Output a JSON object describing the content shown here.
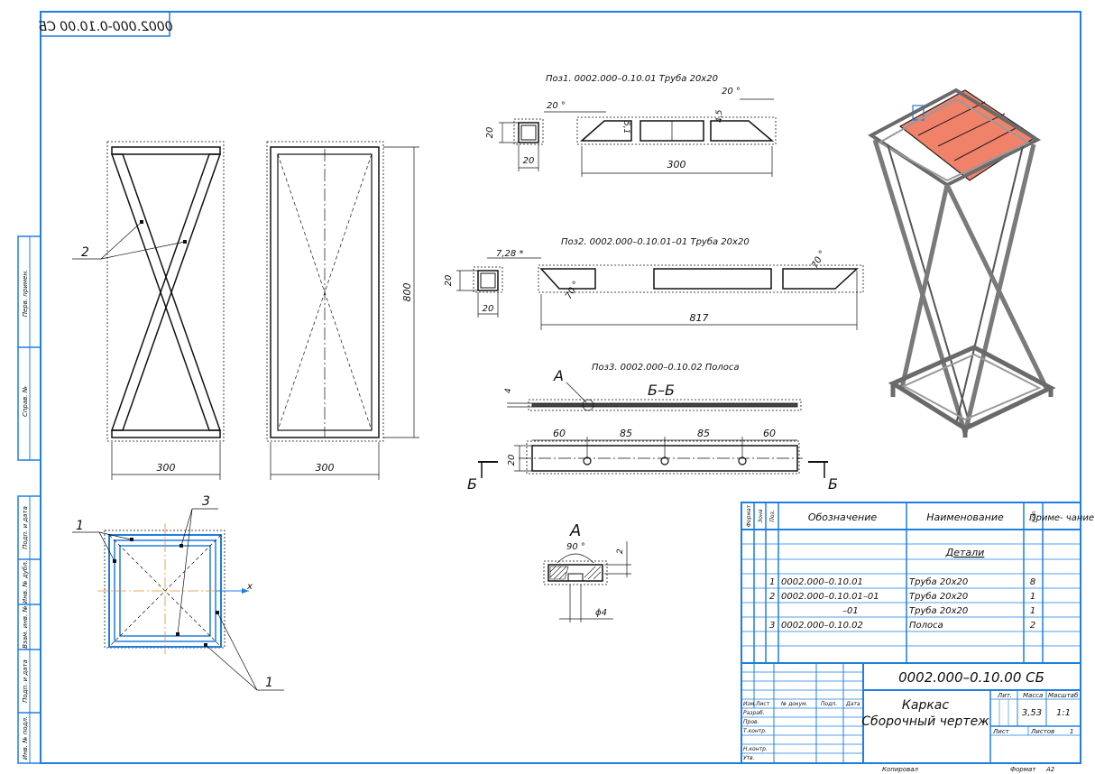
{
  "doc_code_mirrored": "0002.000-0.10.00 СБ",
  "side_labels": [
    "Перв. примен.",
    "Справ. №",
    "Подп. и дата",
    "Инв. № дубл.",
    "Взам. инв. №",
    "Подп. и дата",
    "Инв. № подл."
  ],
  "views": {
    "front_width": "300",
    "side_width": "300",
    "height": "800",
    "callout_pos2": "2",
    "callout_pos3": "3",
    "callout_pos1a": "1",
    "callout_pos1b": "1",
    "axis_x": "x"
  },
  "part1": {
    "title": "Поз1. 0002.000–0.10.01 Труба 20х20",
    "sec_h": "20",
    "sec_w": "20",
    "angle_left": "20 °",
    "angle_right": "20 °",
    "dim_a": "5,1",
    "dim_b": "4,5",
    "length": "300"
  },
  "part2": {
    "title": "Поз2. 0002.000–0.10.01–01 Труба 20х20",
    "sec_h": "20",
    "sec_w": "20",
    "offset": "7,28 *",
    "angle_a": "70 °",
    "angle_b": "70 °",
    "length": "817"
  },
  "part3": {
    "title": "Поз3. 0002.000–0.10.02 Полоса",
    "view_a": "А",
    "section": "Б–Б",
    "thickness": "4",
    "spacings": [
      "60",
      "85",
      "85",
      "60"
    ],
    "width": "20",
    "cut_left": "Б",
    "cut_right": "Б"
  },
  "detail_a": {
    "label": "А",
    "angle": "90 °",
    "depth": "2",
    "hole": "ϕ4"
  },
  "spec": {
    "col_headers": [
      "Формат",
      "Зона",
      "Поз.",
      "Обозначение",
      "Наименование",
      "Кол.",
      "Приме- чание"
    ],
    "section_title": "Детали",
    "rows": [
      {
        "pos": "1",
        "code": "0002.000–0.10.01",
        "name": "Труба 20х20",
        "qty": "8"
      },
      {
        "pos": "2",
        "code": "0002.000–0.10.01–01",
        "name": "Труба 20х20",
        "qty": "1"
      },
      {
        "pos": "",
        "code": "–01",
        "name": "Труба 20х20",
        "qty": "1"
      },
      {
        "pos": "3",
        "code": "0002.000–0.10.02",
        "name": "Полоса",
        "qty": "2"
      }
    ]
  },
  "title_block": {
    "doc_code": "0002.000–0.10.00 СБ",
    "name_line1": "Каркас",
    "name_line2": "Сборочный чертеж",
    "col_labels": [
      "Изм.",
      "Лист",
      "№ докум.",
      "Подп.",
      "Дата"
    ],
    "row_labels": [
      "Разраб.",
      "Пров.",
      "Т.контр.",
      "",
      "Н.контр.",
      "Утв."
    ],
    "lit_label": "Лит.",
    "mass_label": "Масса",
    "scale_label": "Масштаб",
    "mass": "3,53",
    "scale": "1:1",
    "sheet_label": "Лист",
    "sheets_label": "Листов",
    "sheets": "1",
    "copied_label": "Копировал",
    "format_label": "Формат",
    "format": "A2"
  },
  "colors": {
    "frame": "#1e7fe0",
    "board": "#f0826a",
    "steel": "#8a8a8a"
  }
}
